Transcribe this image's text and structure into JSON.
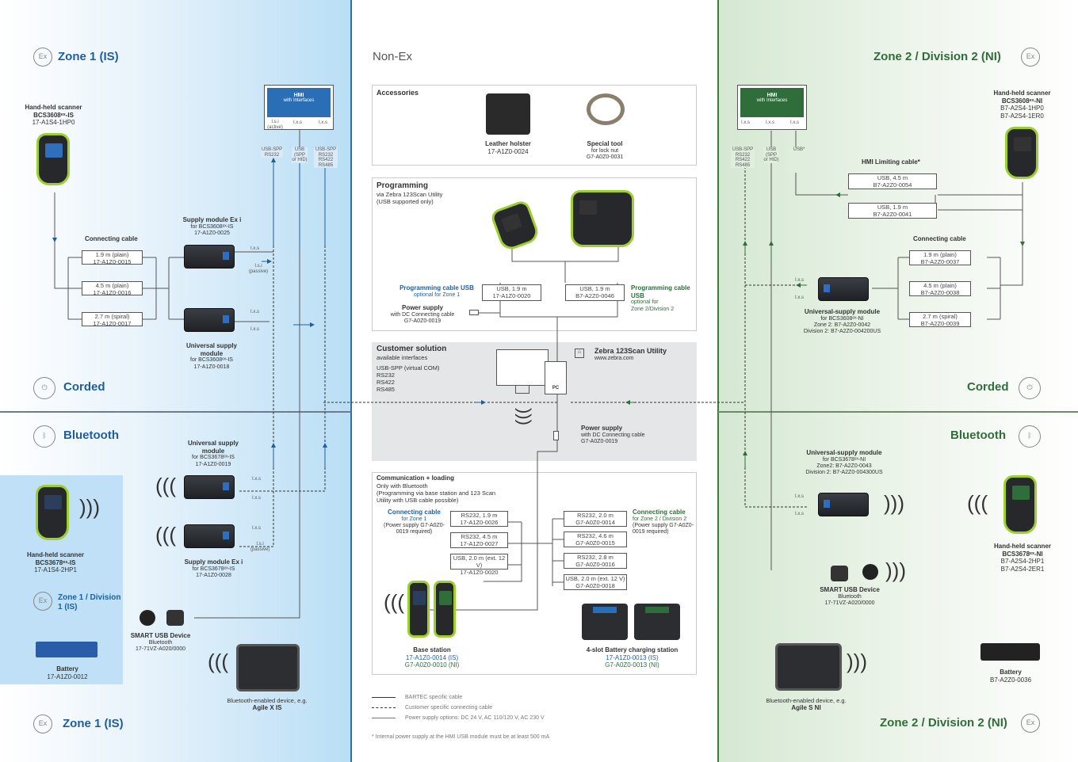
{
  "colors": {
    "zone1": "#1d5f9e",
    "zone2": "#2f6d3b",
    "lime": "#9fcf2f"
  },
  "zones": {
    "z1_top": "Zone 1 (IS)",
    "nonex": "Non-Ex",
    "z2_top": "Zone 2 / Division 2 (NI)",
    "corded_l": "Corded",
    "corded_r": "Corded",
    "bt_l": "Bluetooth",
    "bt_r": "Bluetooth",
    "z1_bottom": "Zone 1 (IS)",
    "z2_bottom": "Zone 2 / Division 2 (NI)",
    "z1_div1": "Zone 1 / Division 1 (IS)"
  },
  "left": {
    "scanner_title": "Hand-held scanner",
    "scanner_model": "BCS3608ᵉˣ-IS",
    "scanner_pn": "17-A1S4-1HP0",
    "conn_title": "Connecting cable",
    "cables": [
      {
        "l": "1.9 m (plain)",
        "p": "17-A1Z0-0015"
      },
      {
        "l": "4.5 m (plain)",
        "p": "17-A1Z0-0016"
      },
      {
        "l": "2.7 m (spiral)",
        "p": "17-A1Z0-0017"
      }
    ],
    "sm_exi_title": "Supply module Ex i",
    "sm_exi_for": "for BCS3608ᵉˣ-IS",
    "sm_exi_pn": "17-A1Z0-0025",
    "usm_title": "Universal supply module",
    "usm_for": "for BCS3608ᵉˣ-IS",
    "usm_pn": "17-A1Z0-0018",
    "hmi_title": "HMI",
    "hmi_sub": "with Interfaces",
    "hmi_ports": [
      "I.s.i (active)",
      "I.x.s",
      "I.x.s"
    ],
    "hmi_iface": [
      "USB-SPP RS232",
      "USB (SPP or HID)",
      "USB-SPP RS232 RS422 RS485"
    ],
    "labels_exo": [
      "I.x.s",
      "I.s.i (passive)",
      "I.x.s",
      "I.x.s"
    ],
    "bt_usm_title": "Universal supply module",
    "bt_usm_for": "for BCS3678ᵉˣ-IS",
    "bt_usm_pn": "17-A1Z0-0019",
    "bt_sm_title": "Supply module Ex i",
    "bt_sm_for": "for BCS3678ᵉˣ-IS",
    "bt_sm_pn": "17-A1Z0-0028",
    "bt_scanner_title": "Hand-held scanner",
    "bt_scanner_model": "BCS3678ᵉˣ-IS",
    "bt_scanner_pn": "17-A1S4-2HP1",
    "battery_title": "Battery",
    "battery_pn": "17-A1Z0-0012",
    "smart_title": "SMART USB Device",
    "smart_sub": "Bluetooth",
    "smart_pn": "17-71VZ-A020/0000",
    "tablet_title": "Bluetooth-enabled device, e.g.",
    "tablet_name": "Agile X IS"
  },
  "center": {
    "acc_title": "Accessories",
    "holster_title": "Leather holster",
    "holster_pn": "17-A1Z0-0024",
    "tool_title": "Special tool",
    "tool_sub": "for lock nut",
    "tool_pn": "G7-A0Z0-0031",
    "prog_title": "Programming",
    "prog_sub1": "via Zebra 123Scan Utility",
    "prog_sub2": "(USB supported only)",
    "pcable_l_title": "Programming cable USB",
    "pcable_l_sub": "optional for Zone 1",
    "pcable_l_box1": "USB, 1.9 m",
    "pcable_l_box2": "17-A1Z0-0020",
    "pcable_r_box1": "USB, 1.9 m",
    "pcable_r_box2": "B7-A2Z0-0046",
    "pcable_r_title": "Programming cable USB",
    "pcable_r_sub1": "optional for",
    "pcable_r_sub2": "Zone 2/Division 2",
    "ps_title": "Power supply",
    "ps_sub": "with DC Connecting cable",
    "ps_pn": "G7-A0Z0-0019",
    "cust_title": "Customer solution",
    "cust_sub": "available interfaces",
    "cust_list": [
      "USB-SPP (virtual COM)",
      "RS232",
      "RS422",
      "RS485"
    ],
    "zebra_title": "Zebra 123Scan Utility",
    "zebra_url": "www.zebra.com",
    "pc_label": "PC",
    "ps2_title": "Power supply",
    "ps2_sub": "with DC Connecting cable",
    "ps2_pn": "G7-A0Z0-0019",
    "comm_title": "Communication + loading",
    "comm_sub1": "Only with Bluetooth",
    "comm_sub2": "(Programming via base station and 123 Scan",
    "comm_sub3": "Utility with USB cable possible)",
    "cc_l_title": "Connecting cable",
    "cc_l_sub": "for Zone 1",
    "cc_l_ps": "(Power supply G7-A0Z0-0019 required)",
    "cc_l": [
      {
        "l": "RS232, 1.9 m",
        "p": "17-A1Z0-0026"
      },
      {
        "l": "RS232, 4.5 m",
        "p": "17-A1Z0-0027"
      },
      {
        "l": "USB, 2.0 m (ext. 12 V)",
        "p": "17-A1Z0-0020"
      }
    ],
    "cc_r_title": "Connecting cable",
    "cc_r_sub": "for Zone 2 / Division 2",
    "cc_r_ps": "(Power supply G7-A0Z0-0019 required)",
    "cc_r": [
      {
        "l": "RS232, 2.0 m",
        "p": "G7-A0Z0-0014"
      },
      {
        "l": "RS232, 4.6 m",
        "p": "G7-A0Z0-0015"
      },
      {
        "l": "RS232, 2.8 m",
        "p": "G7-A0Z0-0016"
      },
      {
        "l": "USB, 2.0 m (ext. 12 V)",
        "p": "G7-A0Z0-0018"
      }
    ],
    "base_title": "Base station",
    "base_pn1": "17-A1Z0-0014 (IS)",
    "base_pn2": "G7-A0Z0-0010 (NI)",
    "charge_title": "4-slot Battery charging station",
    "charge_pn1": "17-A1Z0-0013 (IS)",
    "charge_pn2": "G7-A0Z0-0013 (NI)",
    "legend": [
      "BARTEC specific cable",
      "Customer specific connecting cable",
      "Power supply options: DC 24 V, AC 110/120 V, AC 230 V"
    ],
    "footnote": "* Internal power supply at the HMI USB module must be at least 500 mA"
  },
  "right": {
    "hmi_title": "HMI",
    "hmi_sub": "with Interfaces",
    "hmi_ports": [
      "I.x.s",
      "I.x.s",
      "I.x.s"
    ],
    "hmi_iface": [
      "USB-SPP RS232 RS422 RS485",
      "USB (SPP or HID)",
      "USB*"
    ],
    "limit_title": "HMI Limiting cable*",
    "limit": [
      {
        "l": "USB, 4.5 m",
        "p": "B7-A2Z0-0054"
      },
      {
        "l": "USB, 1.9 m",
        "p": "B7-A2Z0-0041"
      }
    ],
    "scanner_title": "Hand-held scanner",
    "scanner_model": "BCS3608ᵉˣ-NI",
    "scanner_pn1": "B7-A2S4-1HP0",
    "scanner_pn2": "B7-A2S4-1ER0",
    "conn_title": "Connecting cable",
    "cables": [
      {
        "l": "1.9 m (plain)",
        "p": "B7-A2Z0-0037"
      },
      {
        "l": "4.5 m (plain)",
        "p": "B7-A2Z0-0038"
      },
      {
        "l": "2.7 m (spiral)",
        "p": "B7-A2Z0-0039"
      }
    ],
    "usm_title": "Universal-supply module",
    "usm_for": "for BCS3608ᵉˣ-NI",
    "usm_pn1": "Zone 2: B7-A2Z0-0042",
    "usm_pn2": "Division 2: B7-A2Z0-004200US",
    "ports_exo": [
      "I.x.s",
      "I.x.s",
      "I.x.s",
      "I.x.s"
    ],
    "bt_usm_title": "Universal-supply module",
    "bt_usm_for": "for BCS3678ᵉˣ-NI",
    "bt_usm_pn1": "Zone2: B7-A2Z0-0043",
    "bt_usm_pn2": "Division 2: B7-A2Z0-004300US",
    "bt_scanner_title": "Hand-held scanner",
    "bt_scanner_model": "BCS3678ᵉˣ-NI",
    "bt_scanner_pn1": "B7-A2S4-2HP1",
    "bt_scanner_pn2": "B7-A2S4-2ER1",
    "smart_title": "SMART USB Device",
    "smart_sub": "Bluetooth",
    "smart_pn": "17-71VZ-A020/0000",
    "battery_title": "Battery",
    "battery_pn": "B7-A2Z0-0036",
    "tablet_title": "Bluetooth-enabled device, e.g.",
    "tablet_name": "Agile S NI"
  }
}
